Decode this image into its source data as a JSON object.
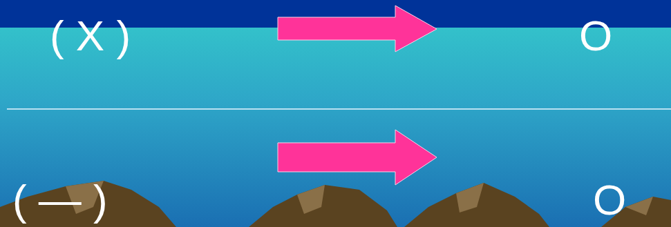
{
  "diagram": {
    "labels": [
      "( X )",
      "O",
      "( — )",
      "O"
    ]
  }
}
